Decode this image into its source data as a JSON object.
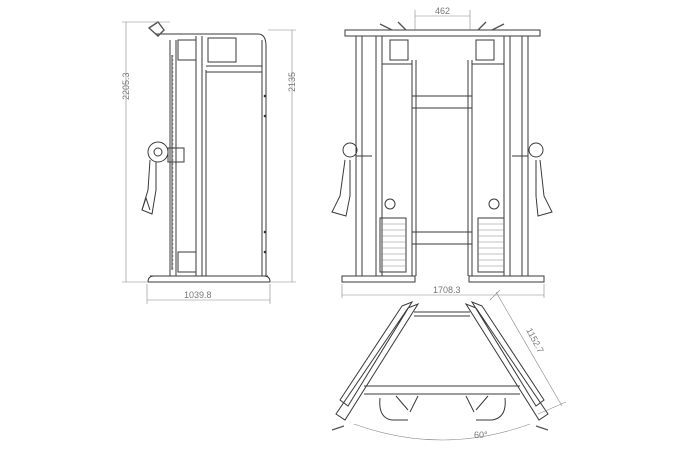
{
  "title": "Functional trainer dimension drawing",
  "views": {
    "side": {
      "overall_height": "2205.3",
      "frame_height": "2135",
      "depth": "1039.8"
    },
    "front": {
      "pulley_spacing": "462",
      "width": "1708.3"
    },
    "top": {
      "arm_length": "1152.7",
      "angle": "60°"
    }
  },
  "colors": {
    "line": "#3a3a3a",
    "dimension": "#888888"
  }
}
